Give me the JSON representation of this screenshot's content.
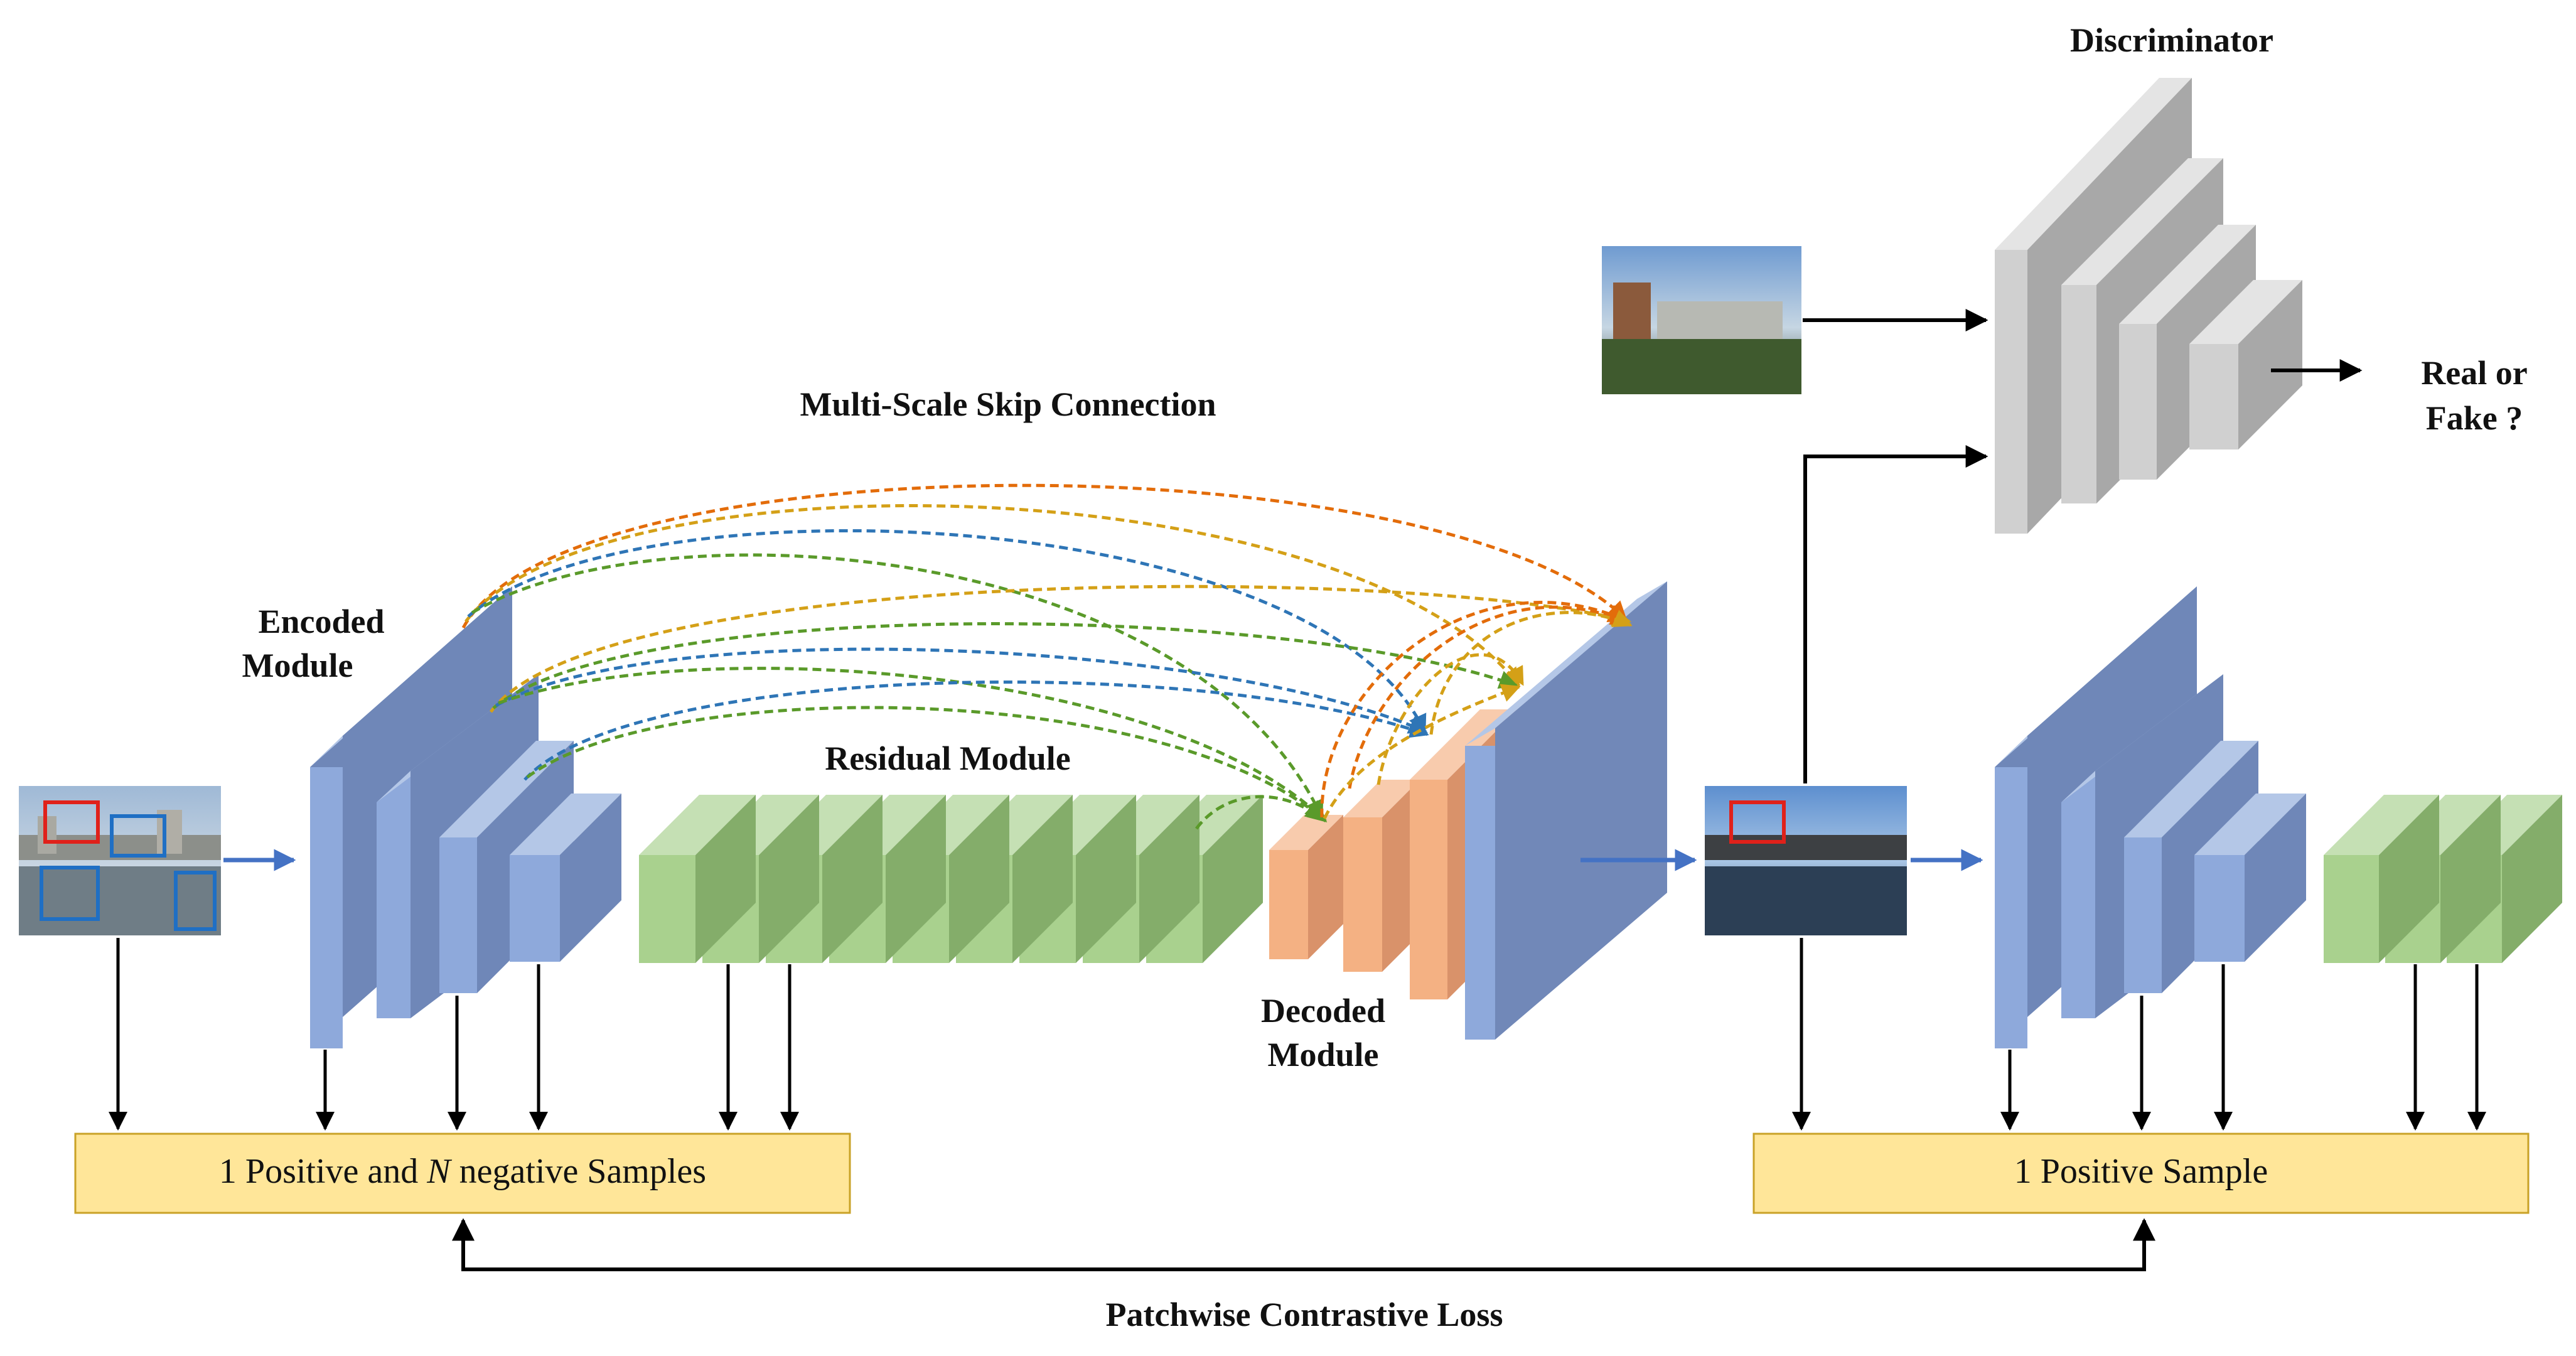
{
  "labels": {
    "discriminator": "Discriminator",
    "real_or_line1": "Real or",
    "real_or_line2": "Fake ?",
    "multiscale": "Multi-Scale Skip Connection",
    "encoded_line1": "Encoded",
    "encoded_line2": "Module",
    "residual": "Residual Module",
    "decoded_line1": "Decoded",
    "decoded_line2": "Module",
    "patchwise": "Patchwise Contrastive Loss"
  },
  "sample_boxes": {
    "left": {
      "pre": "1 Positive and ",
      "italic": "N",
      "post": " negative Samples"
    },
    "right": {
      "text": "1 Positive Sample"
    }
  },
  "colors": {
    "encoder_blue": "#8ea9db",
    "encoder_blue_side": "#6f87b8",
    "encoder_blue_top": "#b4c7e7",
    "residual_green": "#a9d18e",
    "residual_green_side": "#84ad6a",
    "residual_green_top": "#c5e0b4",
    "decoder_orange": "#f4b183",
    "decoder_orange_side": "#d9926a",
    "decoder_orange_top": "#f8cbad",
    "discriminator_gray": "#d0d0d0",
    "discriminator_gray_side": "#a8a8a8",
    "discriminator_gray_top": "#e4e4e4",
    "sample_box_fill": "#ffe699",
    "sample_box_stroke": "#c9a227",
    "arrow_blue": "#4472c4",
    "skip_orange": "#e36c0a",
    "skip_yellow": "#d4a017",
    "skip_blue": "#2e75b6",
    "skip_green": "#5a9a2a",
    "patch_red": "#e0211a",
    "patch_blue": "#1f6fc4"
  },
  "icons": [
    "input-photo",
    "target-photo",
    "output-photo",
    "arrow",
    "dashed-skip-arrow"
  ]
}
